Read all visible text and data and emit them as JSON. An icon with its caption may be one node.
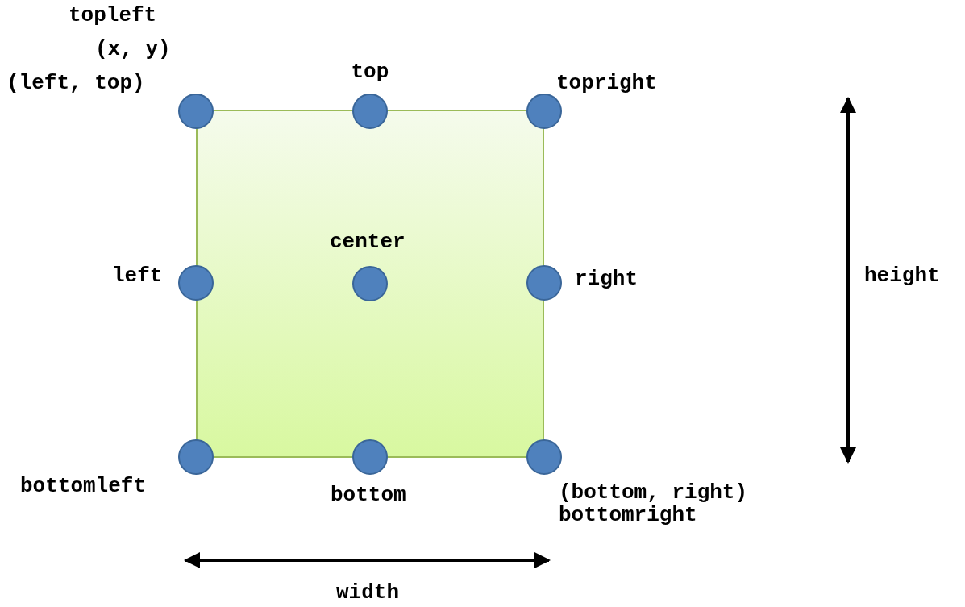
{
  "diagram": {
    "nodes": [
      {
        "text": [],
        "shape": "box"
      },
      {
        "text": [],
        "shape": "circle",
        "beside": [
          "topleft",
          "(x, y)",
          "(left, top)"
        ]
      },
      {
        "text": [],
        "shape": "circle",
        "beside": [
          "top"
        ]
      },
      {
        "text": [],
        "shape": "circle",
        "beside": [
          "topright"
        ]
      },
      {
        "text": [],
        "shape": "circle",
        "beside": [
          "left"
        ]
      },
      {
        "text": [],
        "shape": "circle",
        "beside": [
          "center"
        ],
        "in": 0
      },
      {
        "text": [],
        "shape": "circle",
        "beside": [
          "right"
        ]
      },
      {
        "text": [],
        "shape": "circle",
        "beside": [
          "bottomleft"
        ]
      },
      {
        "text": [],
        "shape": "circle",
        "beside": [
          "bottom"
        ]
      },
      {
        "text": [],
        "shape": "circle",
        "beside": [
          "(bottom, right)",
          "bottomright"
        ]
      }
    ],
    "edges": [],
    "labels": [
      "height",
      "width"
    ]
  }
}
